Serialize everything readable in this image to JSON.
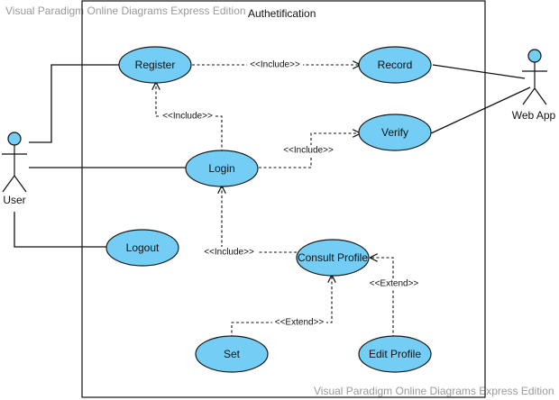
{
  "watermark": {
    "top": "Visual Paradigm Online Diagrams Express Edition",
    "bottom": "Visual Paradigm Online Diagrams Express Edition"
  },
  "system": {
    "title": "Authetification"
  },
  "actors": [
    {
      "id": "user",
      "label": "User"
    },
    {
      "id": "webapp",
      "label": "Web App"
    }
  ],
  "use_cases": [
    {
      "id": "register",
      "label": "Register"
    },
    {
      "id": "record",
      "label": "Record"
    },
    {
      "id": "verify",
      "label": "Verify"
    },
    {
      "id": "login",
      "label": "Login"
    },
    {
      "id": "logout",
      "label": "Logout"
    },
    {
      "id": "consult",
      "label": "Consult Profile"
    },
    {
      "id": "set",
      "label": "Set"
    },
    {
      "id": "edit",
      "label": "Edit Profile"
    }
  ],
  "relations": [
    {
      "id": "register-record",
      "type": "include",
      "label": "<<Include>>"
    },
    {
      "id": "login-register",
      "type": "include",
      "label": "<<Include>>"
    },
    {
      "id": "login-verify",
      "type": "include",
      "label": "<<Include>>"
    },
    {
      "id": "consult-login",
      "type": "include",
      "label": "<<Include>>"
    },
    {
      "id": "set-consult",
      "type": "extend",
      "label": "<<Extend>>"
    },
    {
      "id": "edit-consult",
      "type": "extend",
      "label": "<<Extend>>"
    }
  ]
}
